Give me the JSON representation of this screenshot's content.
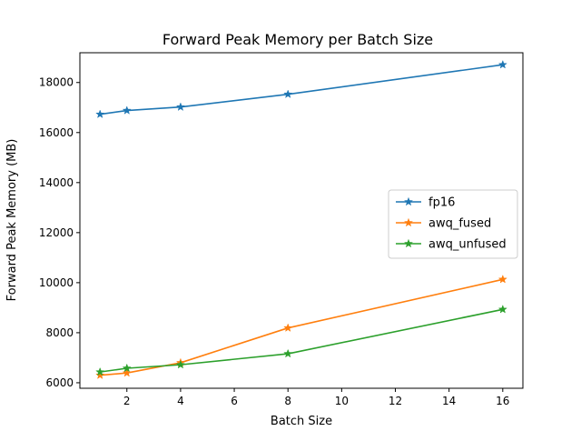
{
  "chart_data": {
    "type": "line",
    "title": "Forward Peak Memory per Batch Size",
    "xlabel": "Batch Size",
    "ylabel": "Forward Peak Memory (MB)",
    "xlim": [
      0.25,
      16.75
    ],
    "ylim": [
      5780,
      19190
    ],
    "xticks": [
      2,
      4,
      6,
      8,
      10,
      12,
      14,
      16
    ],
    "yticks": [
      6000,
      8000,
      10000,
      12000,
      14000,
      16000,
      18000
    ],
    "grid": false,
    "legend_position": "center-right",
    "marker": "star",
    "series": [
      {
        "name": "fp16",
        "color": "#1f77b4",
        "x": [
          1,
          2,
          4,
          8,
          16
        ],
        "y": [
          16730,
          16880,
          17020,
          17530,
          18710
        ]
      },
      {
        "name": "awq_fused",
        "color": "#ff7f0e",
        "x": [
          1,
          2,
          4,
          8,
          16
        ],
        "y": [
          6300,
          6390,
          6800,
          8190,
          10130
        ]
      },
      {
        "name": "awq_unfused",
        "color": "#2ca02c",
        "x": [
          1,
          2,
          4,
          8,
          16
        ],
        "y": [
          6430,
          6580,
          6720,
          7160,
          8930
        ]
      }
    ]
  }
}
